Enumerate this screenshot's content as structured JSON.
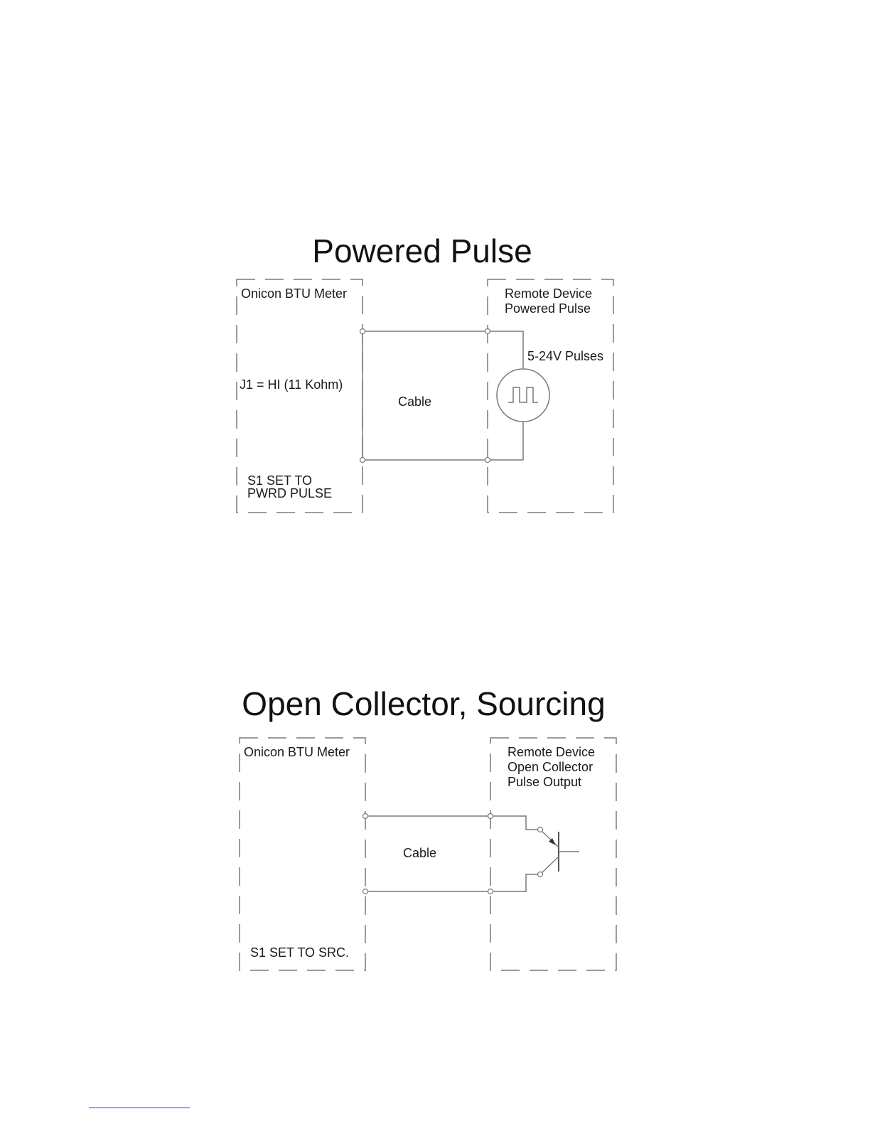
{
  "diagram1": {
    "title": "Powered Pulse",
    "left_box_label": "Onicon BTU Meter",
    "right_box_label_line1": "Remote Device",
    "right_box_label_line2": "Powered Pulse",
    "pulse_label": "5-24V Pulses",
    "jumper_label": "J1 = HI (11 Kohm)",
    "cable_label": "Cable",
    "switch_label_line1": "S1 SET TO",
    "switch_label_line2": "PWRD PULSE",
    "source_icon": "square-wave-pulse-source-icon"
  },
  "diagram2": {
    "title": "Open Collector, Sourcing",
    "left_box_label": "Onicon BTU Meter",
    "right_box_label_line1": "Remote Device",
    "right_box_label_line2": "Open Collector",
    "right_box_label_line3": "Pulse Output",
    "cable_label": "Cable",
    "switch_label": "S1 SET TO SRC.",
    "transistor_icon": "npn-transistor-icon"
  },
  "colors": {
    "line": "#7a7a7a",
    "text": "#1a1a1a",
    "footnote_rule": "#3a3aa8"
  }
}
